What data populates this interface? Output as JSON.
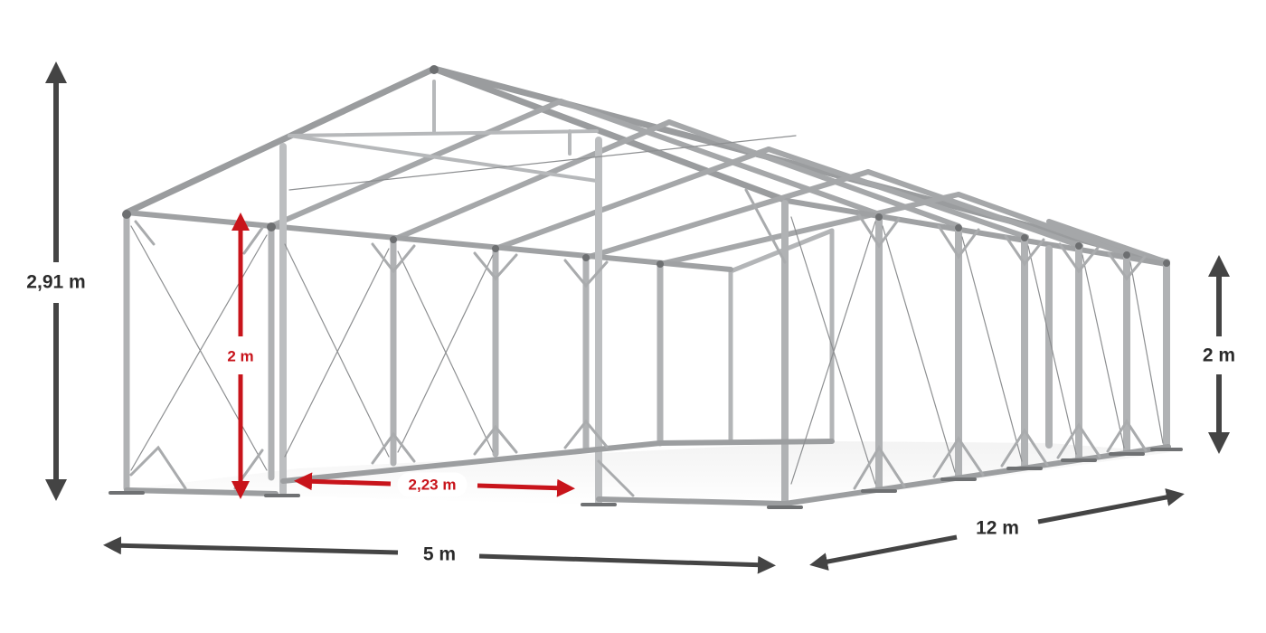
{
  "diagram": {
    "subject": "tent-frame",
    "colors": {
      "frame": "#a9abad",
      "frame_dark": "#7d7f81",
      "dimension_arrow": "#444444",
      "inner_dimension_arrow": "#c8141b",
      "label_text": "#2b2b2b",
      "inner_label_text": "#c8141b",
      "floor_shadow": "#eeeeee"
    },
    "dimensions": {
      "total_height": {
        "label": "2,91 m"
      },
      "side_height": {
        "label": "2 m"
      },
      "inner_side_height": {
        "label": "2 m"
      },
      "post_spacing": {
        "label": "2,23 m"
      },
      "width": {
        "label": "5 m"
      },
      "length": {
        "label": "12 m"
      }
    }
  }
}
